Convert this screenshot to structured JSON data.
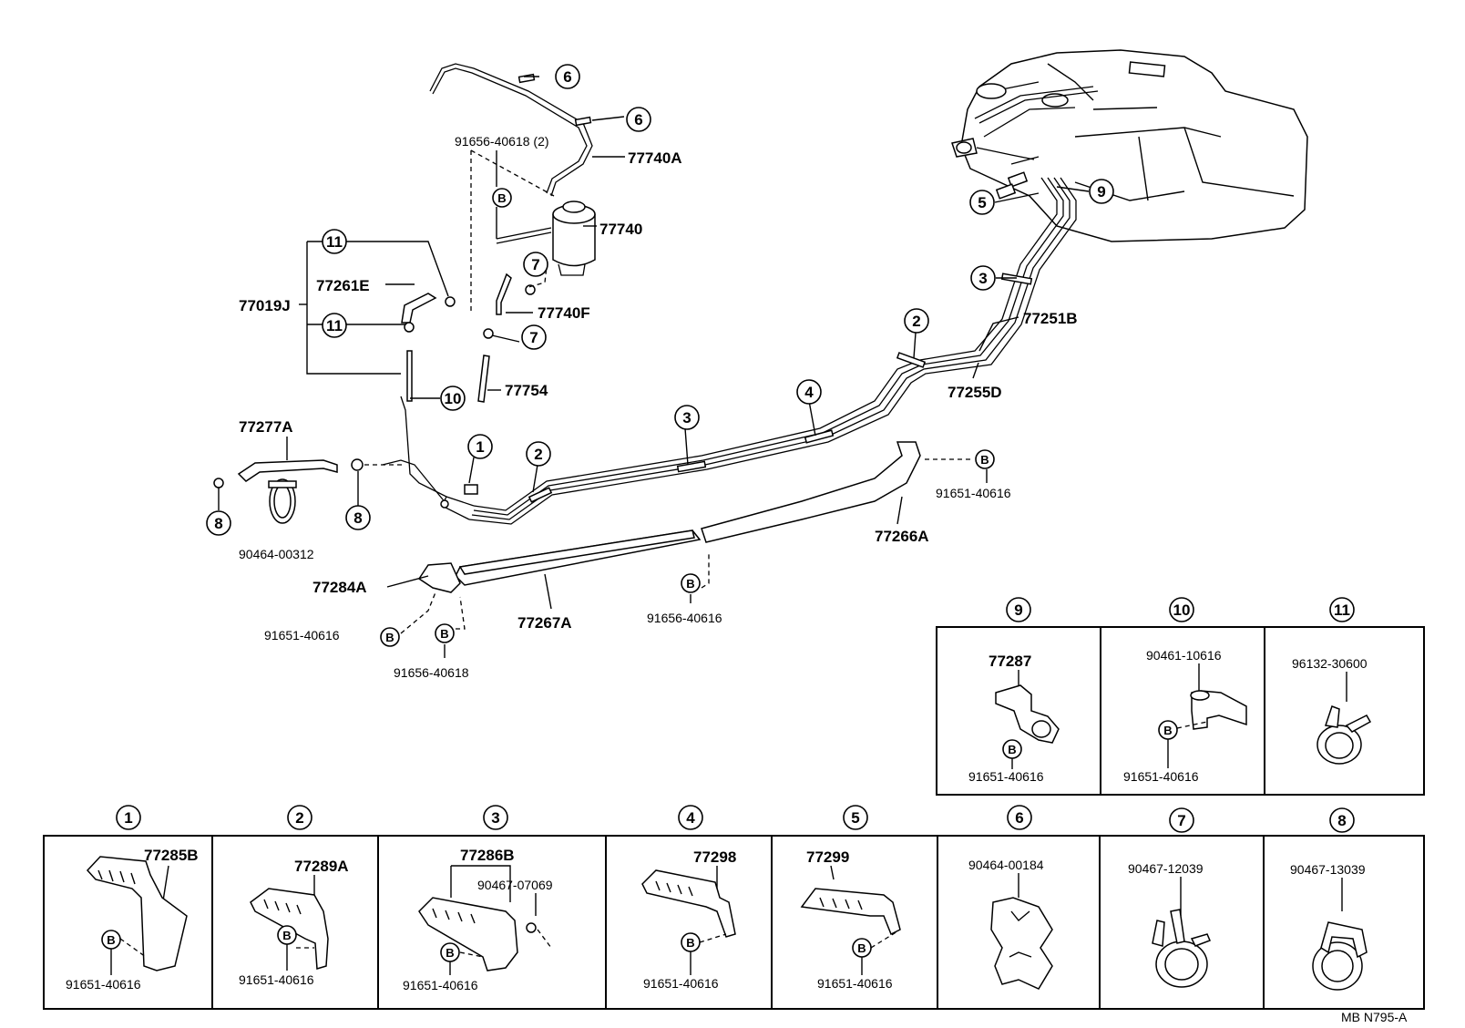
{
  "diagram_code": "MB  N795-A",
  "callouts": {
    "c1": "1",
    "c2": "2",
    "c3": "3",
    "c4": "4",
    "c5": "5",
    "c6": "6",
    "c7": "7",
    "c8": "8",
    "c9": "9",
    "c10": "10",
    "c11": "11",
    "b": "B"
  },
  "main_labels": {
    "p77740A": "77740A",
    "p77740": "77740",
    "p91656_40618_2": "91656-40618 (2)",
    "p77261E": "77261E",
    "p77019J": "77019J",
    "p77740F": "77740F",
    "p77754": "77754",
    "p77277A": "77277A",
    "p90464_00312": "90464-00312",
    "p77251B": "77251B",
    "p77255D": "77255D",
    "p91651_40616_a": "91651-40616",
    "p77266A": "77266A",
    "p77284A": "77284A",
    "p91651_40616_b": "91651-40616",
    "p91656_40618_b": "91656-40618",
    "p77267A": "77267A",
    "p91656_40616": "91656-40616"
  },
  "detail_top": [
    {
      "num": "9",
      "part": "77287",
      "bolt": "91651-40616"
    },
    {
      "num": "10",
      "part": "90461-10616",
      "bolt": "91651-40616"
    },
    {
      "num": "11",
      "part": "96132-30600"
    }
  ],
  "detail_bottom": [
    {
      "num": "1",
      "part": "77285B",
      "bolt": "91651-40616"
    },
    {
      "num": "2",
      "part": "77289A",
      "bolt": "91651-40616"
    },
    {
      "num": "3",
      "part": "77286B",
      "extra": "90467-07069",
      "bolt": "91651-40616"
    },
    {
      "num": "4",
      "part": "77298",
      "bolt": "91651-40616"
    },
    {
      "num": "5",
      "part": "77299",
      "bolt": "91651-40616"
    },
    {
      "num": "6",
      "part": "90464-00184"
    },
    {
      "num": "7",
      "part": "90467-12039"
    },
    {
      "num": "8",
      "part": "90467-13039"
    }
  ]
}
